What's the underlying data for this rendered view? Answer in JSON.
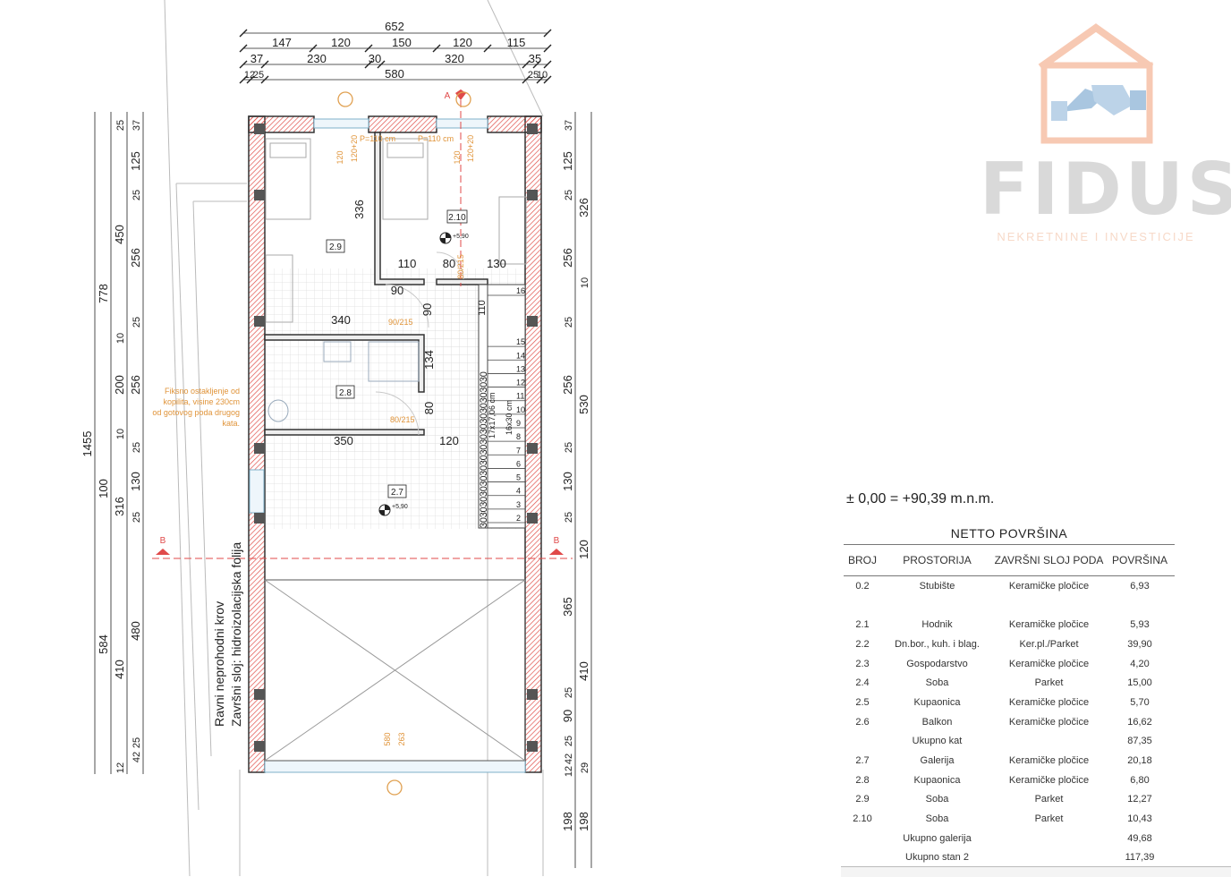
{
  "logo": {
    "name": "FIDUS",
    "tagline": "NEKRETNINE I INVESTICIJE",
    "colors": {
      "house": "#f7c9b3",
      "hands": "#a9c6e0",
      "text": "#d9d9d9"
    }
  },
  "elevation_reference": "± 0,00 = +90,39 m.n.m.",
  "table": {
    "title": "NETTO POVRŠINA",
    "headers": [
      "BROJ",
      "PROSTORIJA",
      "ZAVRŠNI SLOJ PODA",
      "POVRŠINA"
    ],
    "rows": [
      [
        "0.2",
        "Stubište",
        "Keramičke pločice",
        "6,93"
      ],
      [
        "2.1",
        "Hodnik",
        "Keramičke pločice",
        "5,93"
      ],
      [
        "2.2",
        "Dn.bor., kuh. i blag.",
        "Ker.pl./Parket",
        "39,90"
      ],
      [
        "2.3",
        "Gospodarstvo",
        "Keramičke pločice",
        "4,20"
      ],
      [
        "2.4",
        "Soba",
        "Parket",
        "15,00"
      ],
      [
        "2.5",
        "Kupaonica",
        "Keramičke pločice",
        "5,70"
      ],
      [
        "2.6",
        "Balkon",
        "Keramičke pločice",
        "16,62"
      ],
      [
        "",
        "Ukupno kat",
        "",
        "87,35"
      ],
      [
        "2.7",
        "Galerija",
        "Keramičke pločice",
        "20,18"
      ],
      [
        "2.8",
        "Kupaonica",
        "Keramičke pločice",
        "6,80"
      ],
      [
        "2.9",
        "Soba",
        "Parket",
        "12,27"
      ],
      [
        "2.10",
        "Soba",
        "Parket",
        "10,43"
      ],
      [
        "",
        "Ukupno galerija",
        "",
        "49,68"
      ],
      [
        "",
        "Ukupno stan 2",
        "",
        "117,39"
      ]
    ]
  },
  "plan": {
    "rooms": [
      "2.9",
      "2.10",
      "2.8",
      "2.7"
    ],
    "level_marks": [
      "+5,90",
      "+5,90"
    ],
    "dims_top_row1": [
      "652"
    ],
    "dims_top_row2": [
      "147",
      "120",
      "150",
      "120",
      "115"
    ],
    "dims_top_row3": [
      "37",
      "230",
      "30",
      "320",
      "35"
    ],
    "dims_top_row4": [
      "12",
      "25",
      "580",
      "25",
      "10"
    ],
    "dims_left_total": "1455",
    "dims_left_outer": [
      "778",
      "100",
      "584"
    ],
    "dims_left_mid": [
      "450",
      "316"
    ],
    "dims_left_inner": [
      "37",
      "25",
      "125",
      "25",
      "256",
      "25",
      "10",
      "200",
      "256",
      "10",
      "25",
      "130",
      "25",
      "480",
      "410",
      "12",
      "25",
      "42"
    ],
    "dims_right_a": [
      "37",
      "25",
      "125",
      "25",
      "326",
      "256",
      "10",
      "25",
      "256",
      "530",
      "25",
      "130",
      "25",
      "120",
      "365",
      "410",
      "25",
      "90",
      "25",
      "42",
      "12",
      "29"
    ],
    "dims_right_b": [
      "198",
      "198"
    ],
    "interior_dims": [
      "336",
      "110",
      "80",
      "130",
      "90",
      "90",
      "340",
      "134",
      "80",
      "350",
      "120",
      "110"
    ],
    "window_labels": [
      "P=110 cm",
      "P=110 cm",
      "120",
      "120+20",
      "120",
      "120+20"
    ],
    "door_labels": [
      "90/215",
      "80/215",
      "80/215"
    ],
    "stair_note": "17x17,06 cm",
    "stair_note2": "16x30 cm",
    "stair_steps": [
      "16",
      "15",
      "14",
      "13",
      "12",
      "11",
      "10",
      "9",
      "8",
      "7",
      "6",
      "5",
      "4",
      "3",
      "2"
    ],
    "stair_treads": "303030303030303030303030303030",
    "glazing_note": [
      "Fiksno ostakljenje od",
      "kopilita, visine 230cm",
      "od gotovog poda drugog",
      "kata."
    ],
    "roof_note": [
      "Ravni neprohodni krov",
      "Završni sloj: hidroizolacijska folija"
    ],
    "section_marks": [
      "B",
      "B",
      "A"
    ],
    "balcony_dims": [
      "580",
      "263"
    ]
  }
}
